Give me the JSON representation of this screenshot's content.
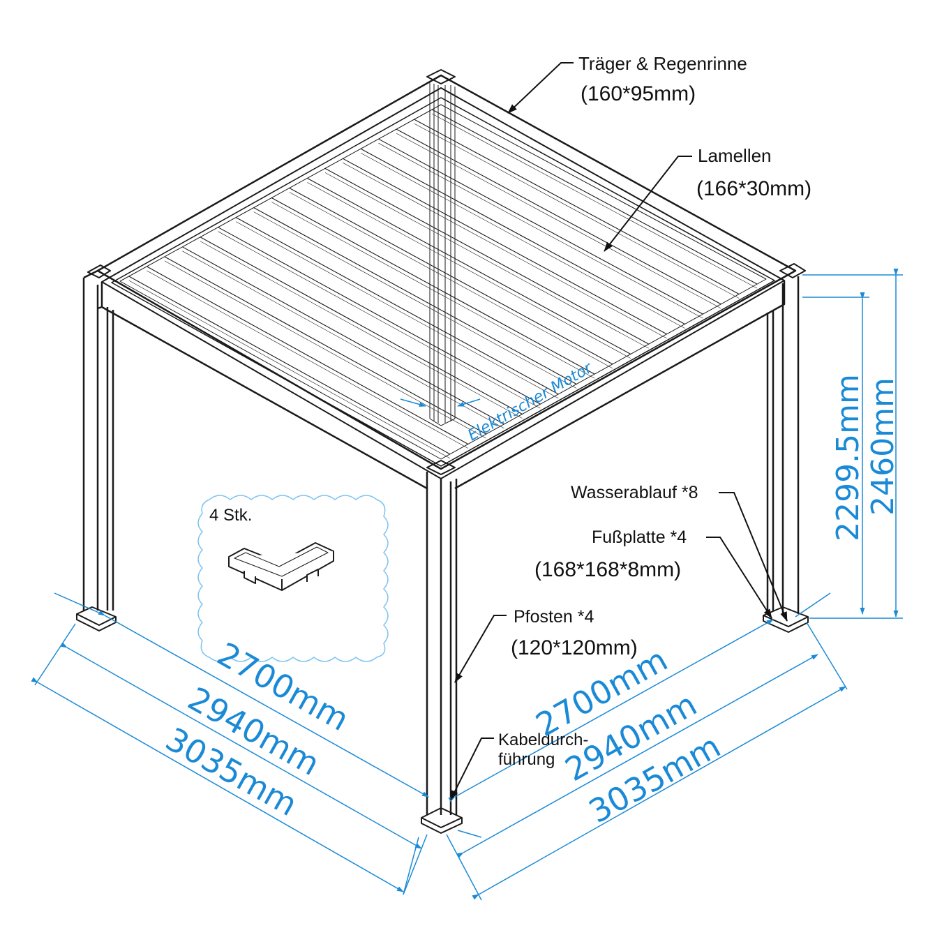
{
  "colors": {
    "structure": "#1a1a1a",
    "dimension": "#1a8ad6",
    "leader": "#111111",
    "callout_border": "#7ec3f0"
  },
  "labels": {
    "traeger_name": "Träger & Regenrinne",
    "traeger_size": "(160*95mm)",
    "lamellen_name": "Lamellen",
    "lamellen_size": "(166*30mm)",
    "motor": "Elektrischer Motor",
    "wasserablauf": "Wasserablauf *8",
    "fussplatte_name": "Fußplatte *4",
    "fussplatte_size": "(168*168*8mm)",
    "pfosten_name": "Pfosten *4",
    "pfosten_size": "(120*120mm)",
    "kabel_line1": "Kabeldurch-",
    "kabel_line2": "führung",
    "callout_count": "4 Stk."
  },
  "dimensions": {
    "left_inner": "2700mm",
    "left_middle": "2940mm",
    "left_outer": "3035mm",
    "right_inner": "2700mm",
    "right_middle": "2940mm",
    "right_outer": "3035mm",
    "height_inner": "2299.5mm",
    "height_outer": "2460mm"
  },
  "icons": {
    "callout_part": "corner-bracket-icon"
  }
}
